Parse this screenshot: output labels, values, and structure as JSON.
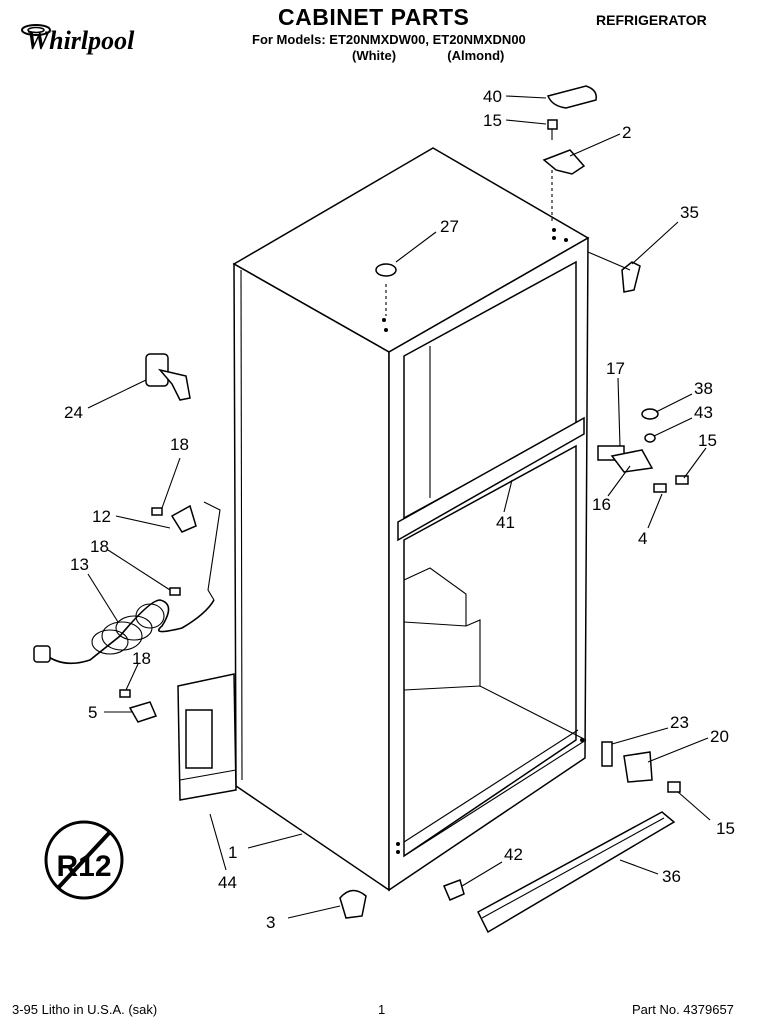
{
  "header": {
    "title": "CABINET PARTS",
    "models_line": "For Models: ET20NMXDW00, ET20NMXDN00",
    "variant_white": "(White)",
    "variant_almond": "(Almond)",
    "category": "REFRIGERATOR"
  },
  "logo": {
    "brand": "Whirlpool",
    "icon": "whirlpool-logo"
  },
  "badge": {
    "text": "R12",
    "icon": "refrigerant-badge"
  },
  "callouts": [
    "40",
    "15",
    "2",
    "35",
    "27",
    "24",
    "17",
    "38",
    "43",
    "15",
    "18",
    "12",
    "16",
    "4",
    "41",
    "18",
    "13",
    "18",
    "5",
    "23",
    "20",
    "15",
    "1",
    "44",
    "42",
    "36",
    "3"
  ],
  "footer": {
    "litho": "3-95  Litho in U.S.A. (sak)",
    "page": "1",
    "part_no": "Part No. 4379657"
  }
}
